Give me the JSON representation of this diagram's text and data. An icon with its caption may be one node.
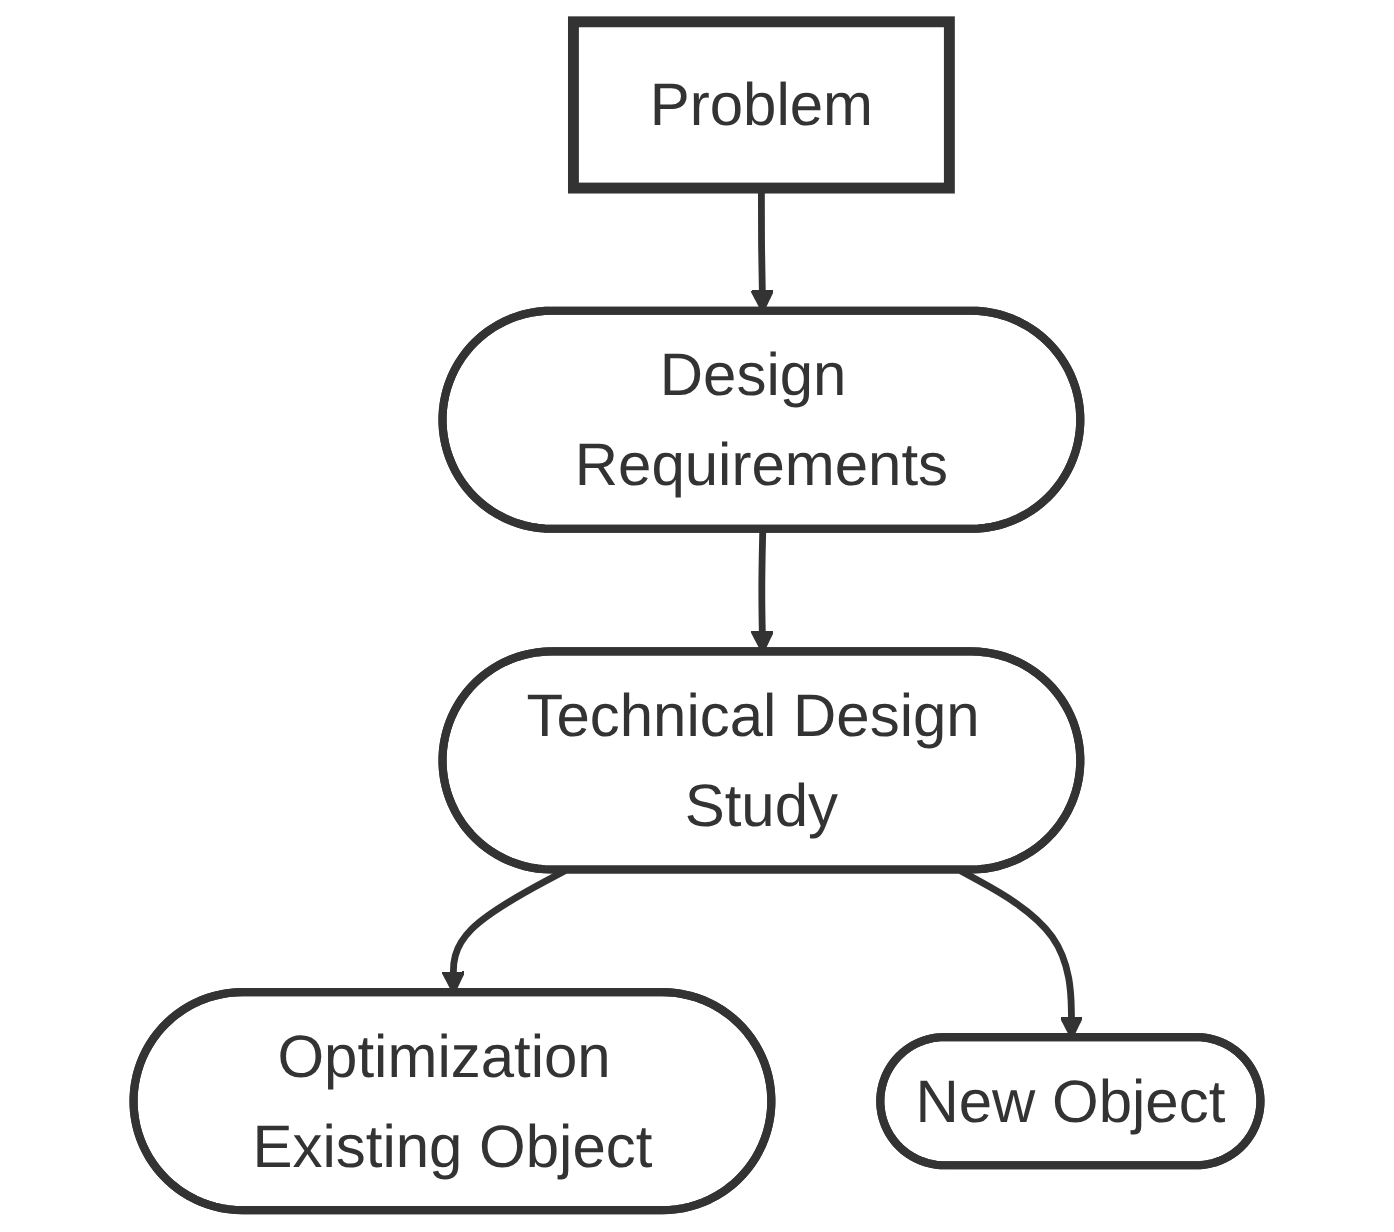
{
  "diagram": {
    "nodes": [
      {
        "text": [
          "Problem"
        ]
      },
      {
        "text": [
          "Design Requirements"
        ]
      },
      {
        "text": [
          "Technical Design Study"
        ]
      },
      {
        "text": [
          "Optimization Existing Object"
        ]
      },
      {
        "text": [
          "New Object"
        ]
      }
    ],
    "edges": [
      {
        "from": 0,
        "to": 1,
        "arrow": "to"
      },
      {
        "from": 1,
        "to": 2,
        "arrow": "to"
      },
      {
        "from": 2,
        "to": 3,
        "arrow": "to"
      },
      {
        "from": 2,
        "to": 4,
        "arrow": "to"
      }
    ]
  }
}
